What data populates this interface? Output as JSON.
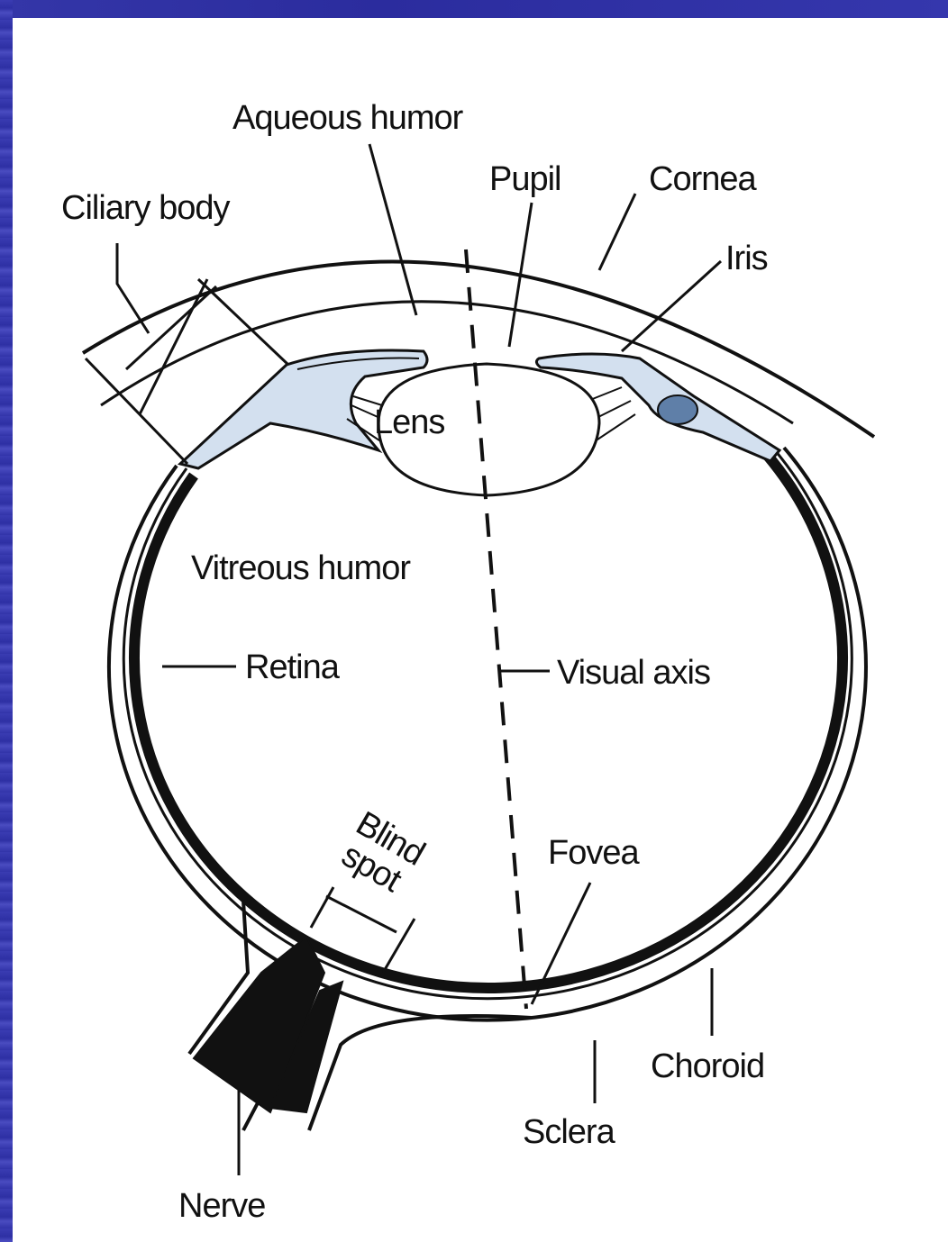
{
  "labels": {
    "aqueous_humor": "Aqueous humor",
    "ciliary_body": "Ciliary body",
    "pupil": "Pupil",
    "cornea": "Cornea",
    "iris": "Iris",
    "lens": "Lens",
    "vitreous_humor": "Vitreous humor",
    "retina": "Retina",
    "visual_axis": "Visual axis",
    "blind": "Blind",
    "spot": "spot",
    "fovea": "Fovea",
    "choroid": "Choroid",
    "sclera": "Sclera",
    "nerve": "Nerve"
  },
  "colors": {
    "frame": "#2f31a6",
    "ink": "#111111",
    "tissue": "#d3e0ef"
  }
}
